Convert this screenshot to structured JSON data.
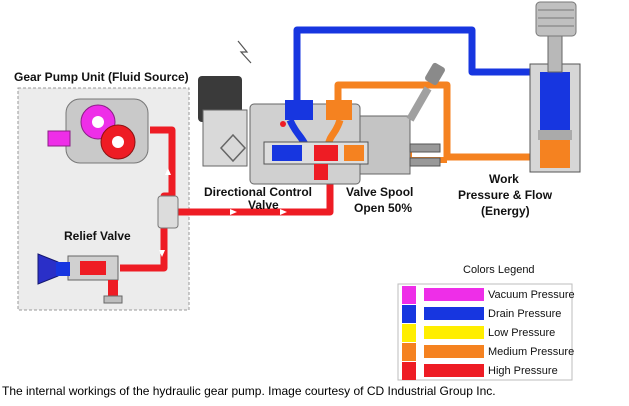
{
  "labels": {
    "gear_pump_unit": "Gear Pump Unit (Fluid Source)",
    "relief_valve": "Relief Valve",
    "directional_control_line1": "Directional Control",
    "directional_control_line2": "Valve",
    "valve_spool_line1": "Valve Spool",
    "valve_spool_line2": "Open 50%",
    "work_line1": "Work",
    "work_line2": "Pressure & Flow",
    "work_line3": "(Energy)"
  },
  "legend": {
    "title": "Colors Legend",
    "items": [
      {
        "label": "Vacuum Pressure",
        "color": "#ee2ee8"
      },
      {
        "label": "Drain Pressure",
        "color": "#1736e0"
      },
      {
        "label": "Low Pressure",
        "color": "#ffee00"
      },
      {
        "label": "Medium Pressure",
        "color": "#f58220"
      },
      {
        "label": "High Pressure",
        "color": "#ee1c24"
      }
    ]
  },
  "caption": "The internal workings of the hydraulic gear pump. Image courtesy of CD Industrial Group Inc."
}
